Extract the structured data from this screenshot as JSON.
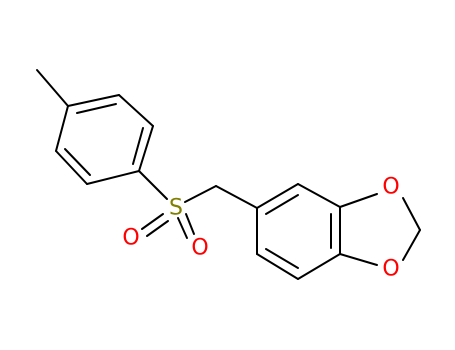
{
  "molecule": {
    "atoms": {
      "sulfur": {
        "symbol": "S",
        "color": "#808000"
      },
      "oxygen_sulfonyl_1": {
        "symbol": "O",
        "color": "#ff0000"
      },
      "oxygen_sulfonyl_2": {
        "symbol": "O",
        "color": "#ff0000"
      },
      "oxygen_ring_1": {
        "symbol": "O",
        "color": "#ff0000"
      },
      "oxygen_ring_2": {
        "symbol": "O",
        "color": "#ff0000"
      }
    },
    "bond_color": "#000000"
  }
}
